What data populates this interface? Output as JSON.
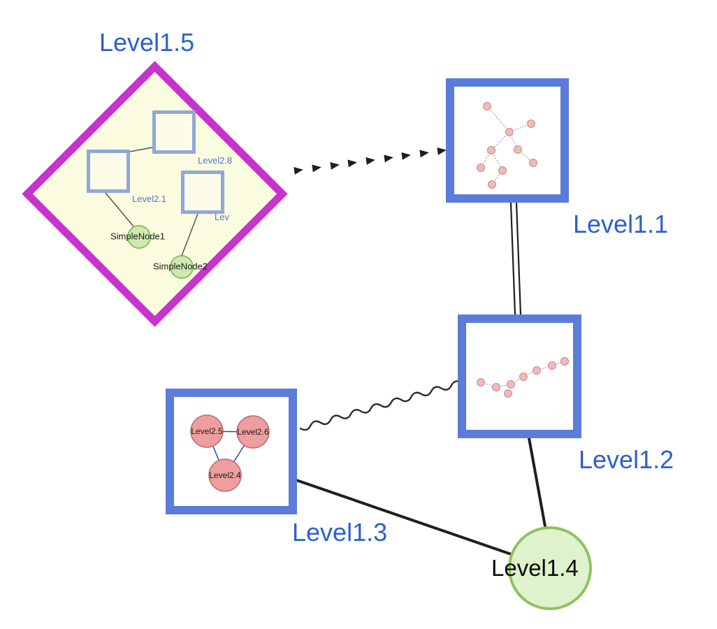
{
  "nodes": {
    "level15": {
      "label": "Level1.5",
      "shape": "diamond",
      "border_color": "#c733cd",
      "fill": "#fbfbe0"
    },
    "level11": {
      "label": "Level1.1",
      "shape": "square",
      "border_color": "#5b7cd9",
      "fill": "#ffffff"
    },
    "level12": {
      "label": "Level1.2",
      "shape": "square",
      "border_color": "#5b7cd9",
      "fill": "#ffffff"
    },
    "level13": {
      "label": "Level1.3",
      "shape": "square",
      "border_color": "#5b7cd9",
      "fill": "#ffffff"
    },
    "level14": {
      "label": "Level1.4",
      "shape": "circle",
      "border_color": "#8cc45e",
      "fill": "#def2cb"
    }
  },
  "level15_children": {
    "squares": [
      {
        "label": "Level2.8"
      },
      {
        "label": "Level2.1"
      },
      {
        "label": "Lev"
      }
    ],
    "simple_nodes": [
      {
        "label": "SimpleNode1"
      },
      {
        "label": "SimpleNode2"
      }
    ]
  },
  "level13_children": [
    {
      "label": "Level2.5"
    },
    {
      "label": "Level2.6"
    },
    {
      "label": "Level2.4"
    }
  ],
  "edges": [
    {
      "from": "Level1.5",
      "to": "Level1.1",
      "style": "bold-dashed-arrow-chain"
    },
    {
      "from": "Level1.1",
      "to": "Level1.2",
      "style": "double-parallel-line"
    },
    {
      "from": "Level1.3",
      "to": "Level1.2",
      "style": "wavy-line"
    },
    {
      "from": "Level1.3",
      "to": "Level1.4",
      "style": "solid-thick-line"
    },
    {
      "from": "Level1.2",
      "to": "Level1.4",
      "style": "solid-thick-line"
    }
  ],
  "colors": {
    "label_blue": "#2d5fd0",
    "diamond_magenta": "#c733cd",
    "box_blue": "#5b7cd9",
    "inner_square_blue": "#8fa8d8",
    "green_fill": "#def2cb",
    "green_border": "#8cc45e",
    "pink_node": "#ee9e9e",
    "edge_black": "#1f1f1f"
  }
}
